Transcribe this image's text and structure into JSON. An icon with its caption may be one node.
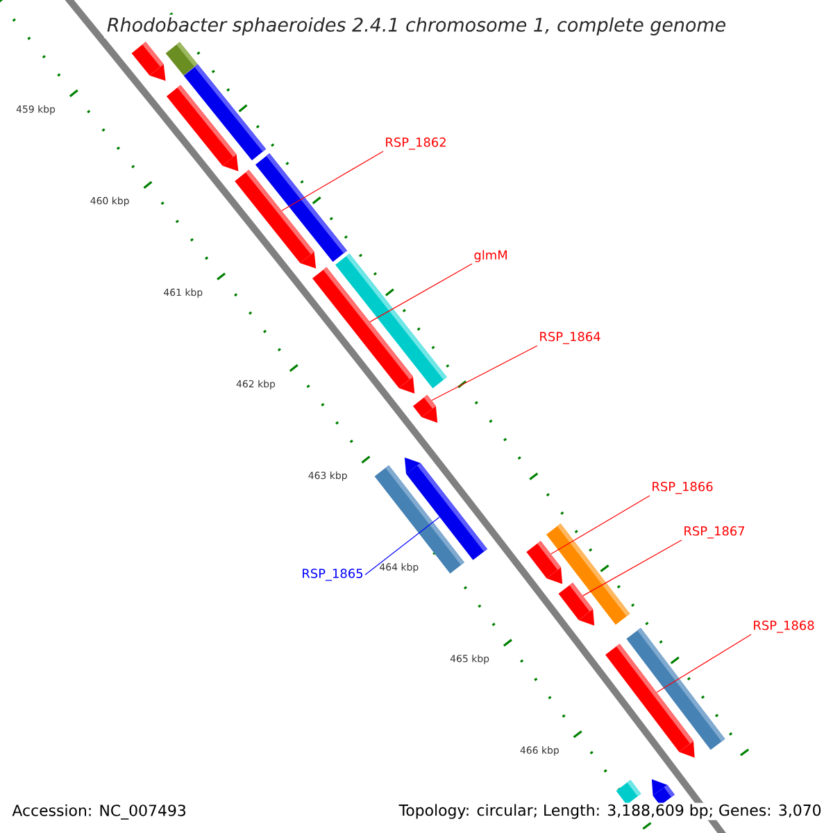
{
  "diagram": {
    "title": "Rhodobacter sphaeroides 2.4.1 chromosome 1, complete genome",
    "nodes": [
      {
        "text": [
          "RSP_1862"
        ]
      },
      {
        "text": [],
        "shape": "arrow"
      },
      {
        "text": [
          "glmM"
        ]
      },
      {
        "text": [],
        "shape": "arrow"
      },
      {
        "text": [
          "RSP_1864"
        ]
      },
      {
        "text": [],
        "shape": "arrow"
      },
      {
        "text": [
          "RSP_1866"
        ]
      },
      {
        "text": [],
        "shape": "arrow"
      },
      {
        "text": [
          "RSP_1867"
        ]
      },
      {
        "text": [],
        "shape": "arrow"
      },
      {
        "text": [
          "RSP_1865"
        ]
      },
      {
        "text": [],
        "shape": "arrow"
      },
      {
        "text": [
          "RSP_1868"
        ]
      },
      {
        "text": [],
        "shape": "arrow"
      },
      {
        "text": [],
        "shape": "bar"
      },
      {
        "text": [],
        "shape": "arrow"
      },
      {
        "text": [],
        "shape": "arrow"
      },
      {
        "text": [],
        "shape": "bar"
      },
      {
        "text": [],
        "shape": "bar"
      },
      {
        "text": [],
        "shape": "bar"
      },
      {
        "text": [],
        "shape": "bar"
      },
      {
        "text": [],
        "shape": "bar"
      },
      {
        "text": [],
        "shape": "bar"
      },
      {
        "text": [],
        "shape": "arrow"
      },
      {
        "text": [],
        "shape": "bar"
      }
    ],
    "edges": [
      {
        "from": 0,
        "to": 1,
        "arrow": "none"
      },
      {
        "from": 2,
        "to": 3,
        "arrow": "none"
      },
      {
        "from": 4,
        "to": 5,
        "arrow": "none"
      },
      {
        "from": 6,
        "to": 7,
        "arrow": "none"
      },
      {
        "from": 8,
        "to": 9,
        "arrow": "none"
      },
      {
        "from": 10,
        "to": 11,
        "arrow": "none",
        "color": "#0000ff"
      },
      {
        "from": 12,
        "to": 13,
        "arrow": "none"
      }
    ],
    "labels": [
      "459 kbp",
      "460 kbp",
      "461 kbp",
      "462 kbp",
      "463 kbp",
      "464 kbp",
      "465 kbp",
      "466 kbp",
      "Accession: NC_007493",
      "Topology: circular; Length: 3,188,609 bp; Genes: 3,070"
    ]
  }
}
